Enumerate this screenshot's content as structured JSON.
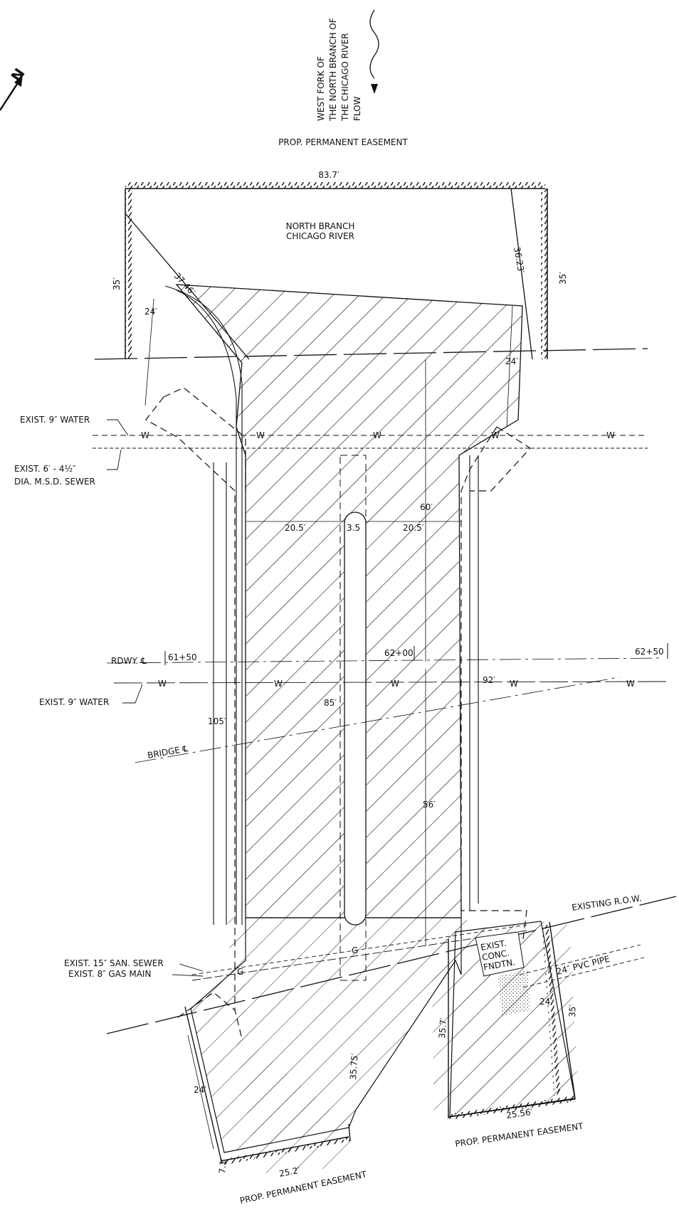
{
  "north_arrow": {
    "letter": "N"
  },
  "river": {
    "line1": "WEST FORK OF",
    "line2": "THE NORTH BRANCH OF",
    "line3": "THE CHICAGO RIVER",
    "line4": "FLOW",
    "name_line1": "NORTH  BRANCH",
    "name_line2": "CHICAGO  RIVER"
  },
  "easements": {
    "top": "PROP. PERMANENT EASEMENT",
    "bottom_left": "PROP. PERMANENT EASEMENT",
    "bottom_right": "PROP. PERMANENT EASEMENT"
  },
  "dimensions": {
    "top_width": "83.7′",
    "left_diag": "37.46′",
    "right_diag": "36.23′",
    "left_35": "35′",
    "right_35": "35′",
    "left_24": "24′",
    "right_24": "24′",
    "left_half": "20.5′",
    "median": "3.5",
    "right_half": "20.5′",
    "d60": "60′",
    "d92": "92′",
    "d85": "85′",
    "d105": "105′",
    "d56": "56′",
    "d35_7": "35.7′",
    "d35_75": "35.75′",
    "br_24": "24′",
    "br_35": "35′",
    "br_width": "25.56′",
    "bl_24": "24′",
    "bl_width": "25.2′",
    "bl_7": "7.1′"
  },
  "utilities": {
    "water_top": "EXIST. 9″ WATER",
    "sewer_line1": "EXIST. 6′ - 4½″",
    "sewer_line2": "DIA. M.S.D. SEWER",
    "water_mid": "EXIST. 9″ WATER",
    "san_sewer": "EXIST. 15″ SAN. SEWER",
    "gas_main": "EXIST. 8″ GAS MAIN",
    "pvc_pipe": "24″ PVC PIPE",
    "w_marker": "W",
    "g_marker": "G"
  },
  "stations": {
    "roadway_cl": "RDWY. ℄",
    "st_6150": "61+50",
    "st_6200": "62+00",
    "st_6250": "62+50",
    "bridge_cl": "BRIDGE ℄"
  },
  "row": {
    "existing": "EXISTING R.O.W."
  },
  "foundation": {
    "line1": "EXIST.",
    "line2": "CONC.",
    "line3": "FNDTN."
  }
}
